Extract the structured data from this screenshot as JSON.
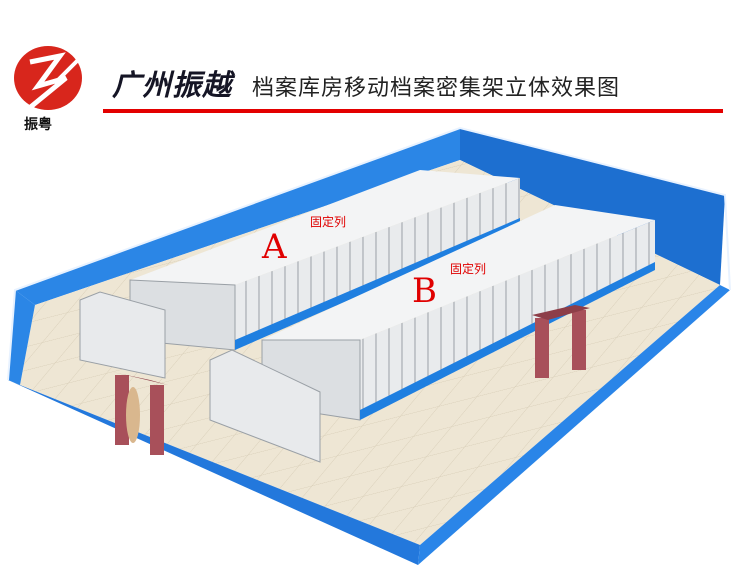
{
  "header": {
    "logo_text": "振粤",
    "brand": "广州振越",
    "subtitle": "档案库房移动档案密集架立体效果图"
  },
  "scene": {
    "row_a_letter": "A",
    "row_a_label": "固定列",
    "row_b_letter": "B",
    "row_b_label": "固定列"
  },
  "colors": {
    "accent_red": "#e30000",
    "wall_blue": "#1f7fe0",
    "floor": "#ece4d2",
    "shelf": "#e6e8ea",
    "gate": "#a8505a"
  }
}
